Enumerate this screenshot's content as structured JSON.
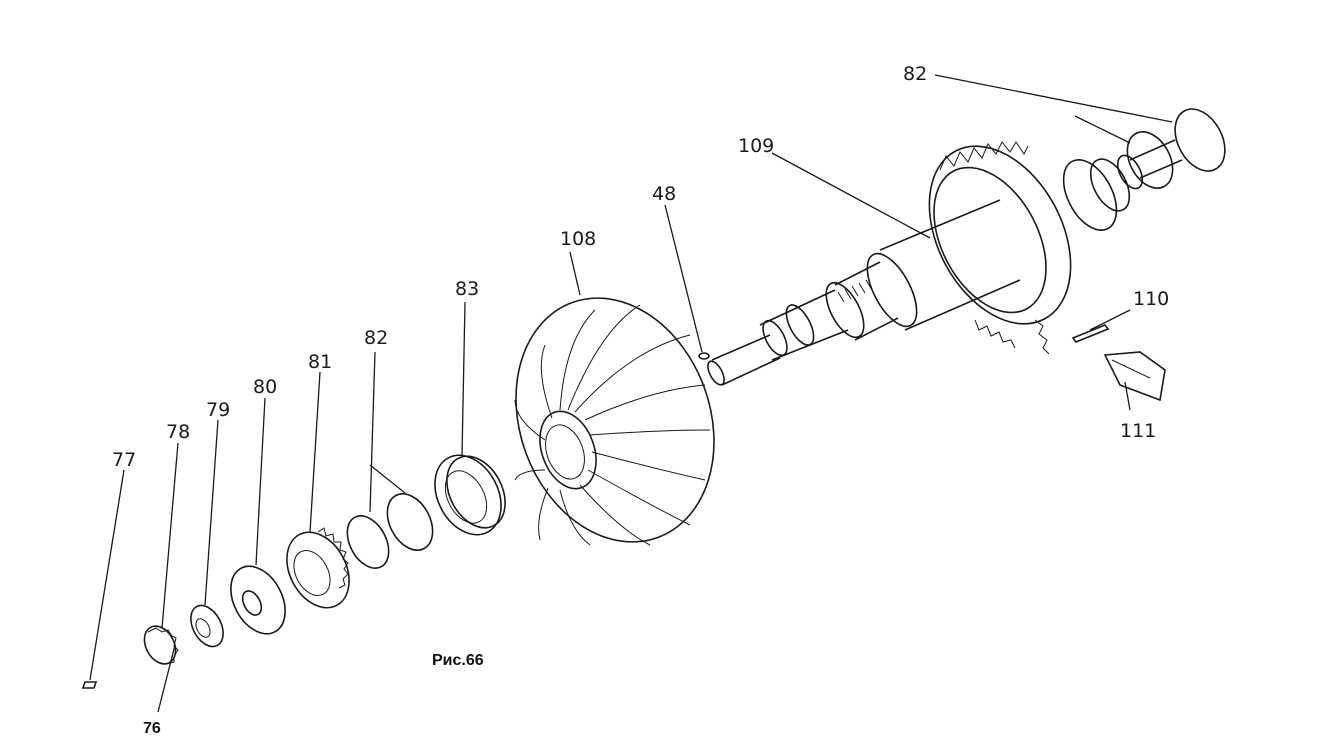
{
  "figure": {
    "caption": "Рис.66",
    "callouts": {
      "c76": "76",
      "c77": "77",
      "c78": "78",
      "c79": "79",
      "c80": "80",
      "c81": "81",
      "c82a": "82",
      "c83": "83",
      "c108": "108",
      "c48": "48",
      "c109": "109",
      "c82b": "82",
      "c110": "110",
      "c111": "111"
    }
  }
}
